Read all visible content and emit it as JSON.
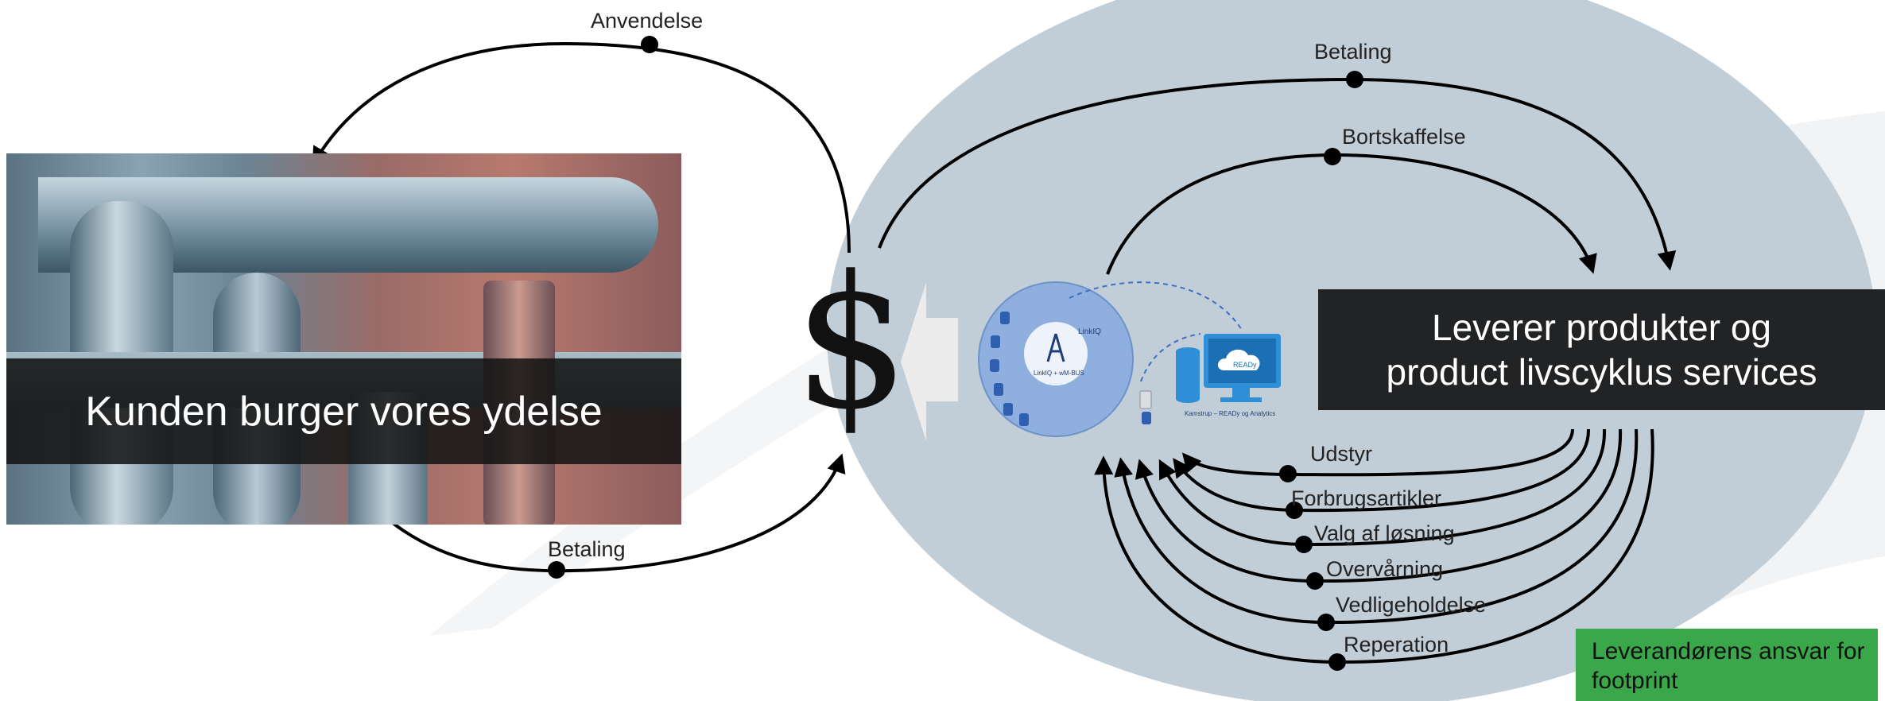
{
  "customer": {
    "banner_text": "Kunden burger vores ydelse"
  },
  "supplier": {
    "banner_lines": [
      "Leverer produkter og",
      "product livscyklus services"
    ]
  },
  "currency_symbol": "$",
  "flows": {
    "usage": "Anvendelse",
    "customer_payment": "Betaling",
    "supplier_payment": "Betaling",
    "disposal": "Bortskaffelse"
  },
  "services": [
    "Udstyr",
    "Forbrugsartikler",
    "Valg af løsning",
    "Overvårning",
    "Vedligeholdelse",
    "Reperation"
  ],
  "system_graphic": {
    "hub_label": "LinkIQ",
    "hub_caption": "LinkIQ + wM-BUS",
    "monitor_label": "READy",
    "caption": "Kamstrup – READy og Analytics"
  },
  "footprint_note": "Leverandørens ansvar for footprint",
  "colors": {
    "ellipse": "#c1ced7",
    "banner": "#222325",
    "green": "#3aa74a",
    "hub": "#8fb0df",
    "monitor": "#2e8fd6"
  }
}
